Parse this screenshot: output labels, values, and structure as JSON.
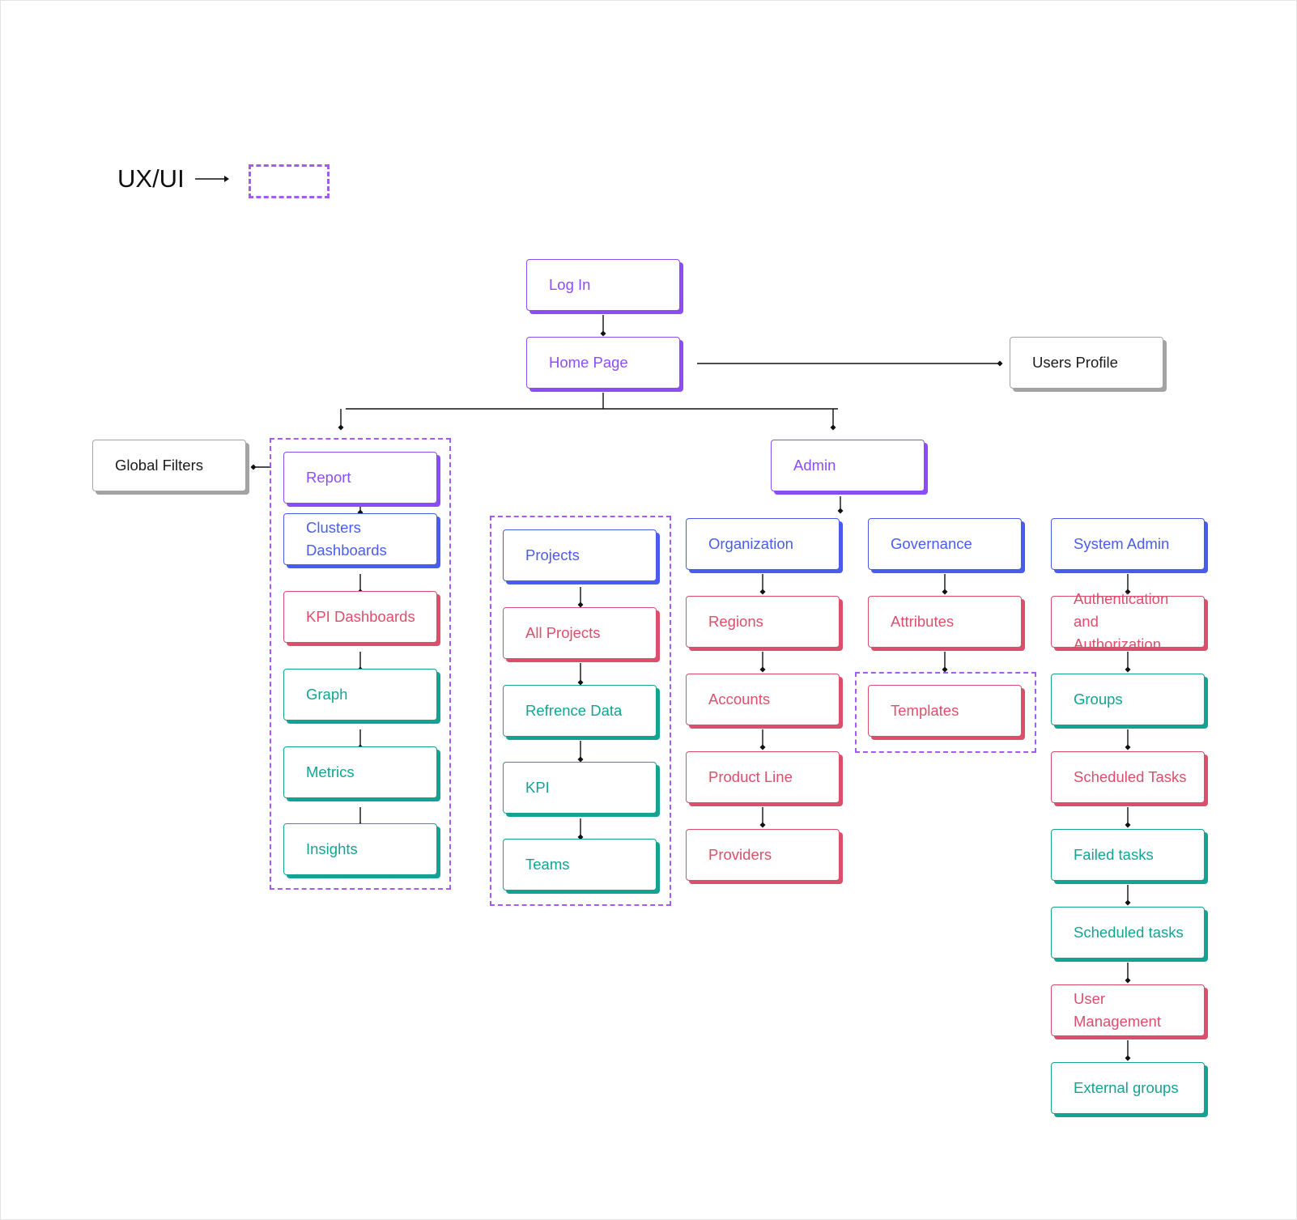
{
  "legend": {
    "label": "UX/UI",
    "swatch_color": "#a25cf2"
  },
  "colors": {
    "purple": "#8b4ef6",
    "blue": "#4a5cf0",
    "red": "#db4f6c",
    "teal": "#14a393",
    "gray_border": "#a3a3a3",
    "text_dark": "#1b1b1b",
    "group_dash": "#a25cf2",
    "connector": "#111111"
  },
  "nodes": {
    "log_in": "Log In",
    "home_page": "Home Page",
    "users_profile": "Users Profile",
    "global_filters": "Global Filters",
    "report": "Report",
    "clusters_dashboards": "Clusters Dashboards",
    "kpi_dashboards": "KPI Dashboards",
    "graph": "Graph",
    "metrics": "Metrics",
    "insights": "Insights",
    "projects": "Projects",
    "all_projects": "All Projects",
    "refrence_data": "Refrence Data",
    "kpi": "KPI",
    "teams": "Teams",
    "admin": "Admin",
    "organization": "Organization",
    "regions": "Regions",
    "accounts": "Accounts",
    "product_line": "Product Line",
    "providers": "Providers",
    "governance": "Governance",
    "attributes": "Attributes",
    "templates": "Templates",
    "system_admin": "System Admin",
    "authentication": "Authentication and Authorization",
    "groups": "Groups",
    "scheduled_tasks": "Scheduled Tasks",
    "failed_tasks": "Failed tasks",
    "scheduled_tasks_2": "Scheduled tasks",
    "user_management": "User Management",
    "external_groups": "External groups"
  }
}
